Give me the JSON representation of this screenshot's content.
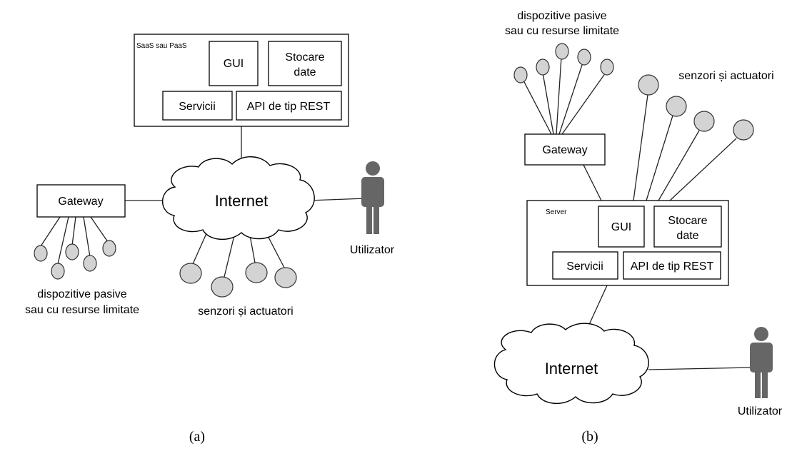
{
  "diagram_a": {
    "platform_label": "SaaS sau PaaS",
    "gui": "GUI",
    "storage_line1": "Stocare",
    "storage_line2": "date",
    "services": "Servicii",
    "api": "API de tip REST",
    "internet": "Internet",
    "gateway": "Gateway",
    "user": "Utilizator",
    "passive_line1": "dispozitive pasive",
    "passive_line2": "sau cu resurse limitate",
    "sensors": "senzori și actuatori",
    "caption": "(a)"
  },
  "diagram_b": {
    "passive_line1": "dispozitive pasive",
    "passive_line2": "sau cu resurse limitate",
    "sensors": "senzori și actuatori",
    "gateway": "Gateway",
    "server_label": "Server",
    "gui": "GUI",
    "storage_line1": "Stocare",
    "storage_line2": "date",
    "services": "Servicii",
    "api": "API de tip REST",
    "internet": "Internet",
    "user": "Utilizator",
    "caption": "(b)"
  }
}
